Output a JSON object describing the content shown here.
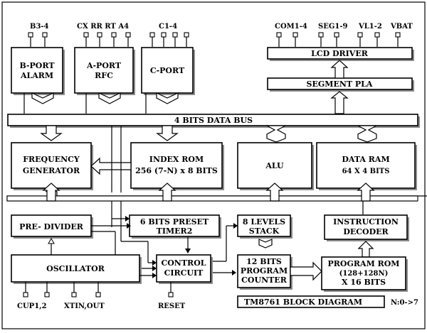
{
  "top_pins": {
    "b": "B3-4",
    "a": "CX RR RT A4",
    "c": "C1-4",
    "com": "COM1-4",
    "seg": "SEG1-9",
    "vl": "VL1-2",
    "vbat": "VBAT"
  },
  "bottom_pins": {
    "cup": "CUP1,2",
    "xtin": "XTIN,OUT",
    "reset": "RESET"
  },
  "blocks": {
    "b_port": [
      "B-PORT",
      "ALARM"
    ],
    "a_port": [
      "A-PORT",
      "RFC"
    ],
    "c_port": "C-PORT",
    "lcd_driver": "LCD DRIVER",
    "segment_pla": "SEGMENT PLA",
    "data_bus": "4 BITS DATA BUS",
    "freq_gen": [
      "FREQUENCY",
      "GENERATOR"
    ],
    "index_rom": [
      "INDEX ROM",
      "256 (7-N) x 8 BITS"
    ],
    "alu": "ALU",
    "data_ram": [
      "DATA RAM",
      "64 X 4 BITS"
    ],
    "pre_divider": "PRE- DIVIDER",
    "preset_timer": [
      "6 BITS PRESET",
      "TIMER2"
    ],
    "stack": [
      "8 LEVELS",
      "STACK"
    ],
    "instr_decoder": [
      "INSTRUCTION",
      "DECODER"
    ],
    "oscillator": "OSCILLATOR",
    "control": [
      "CONTROL",
      "CIRCUIT"
    ],
    "prog_counter": [
      "12 BITS",
      "PROGRAM",
      "COUNTER"
    ],
    "prog_rom": [
      "PROGRAM ROM",
      "(128+128N)",
      "X 16 BITS"
    ]
  },
  "caption": "TM8761 BLOCK DIAGRAM",
  "note": "N:0->7"
}
